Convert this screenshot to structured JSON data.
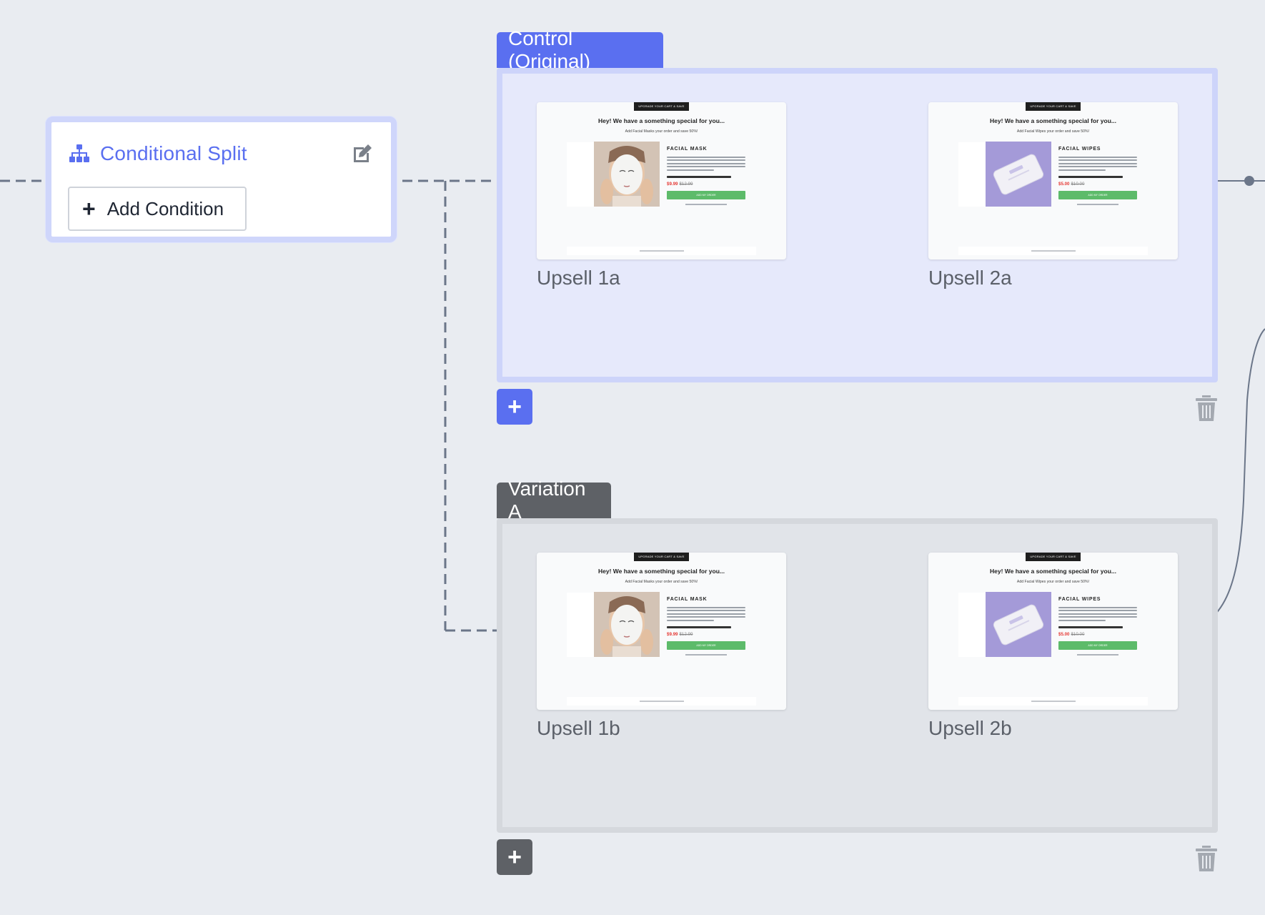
{
  "split": {
    "title": "Conditional Split",
    "add_condition_label": "Add Condition",
    "add_condition_plus": "+",
    "icon": "sitemap-icon",
    "edit_icon": "edit-icon"
  },
  "groups": {
    "control": {
      "label": "Control (Original)",
      "color": "#5a6ff0",
      "add_button": "+",
      "steps": [
        {
          "label": "Upsell 1a",
          "thumb": {
            "topbar": "UPGRADE YOUR CART & SAVE",
            "headline": "Hey! We have a something special for you...",
            "subhead": "Add Facial Masks your order and save 50%!",
            "product": "FACIAL MASK",
            "price": "$9.99",
            "old_price": "$12.99",
            "cta": "ADD MY ORDER"
          }
        },
        {
          "label": "Upsell 2a",
          "thumb": {
            "topbar": "UPGRADE YOUR CART & SAVE",
            "headline": "Hey! We have a something special for you...",
            "subhead": "Add Facial Wipes your order and save 50%!",
            "product": "FACIAL WIPES",
            "price": "$5.00",
            "old_price": "$10.00",
            "cta": "ADD MY ORDER"
          }
        }
      ]
    },
    "variation": {
      "label": "Variation A",
      "color": "#5e6166",
      "add_button": "+",
      "steps": [
        {
          "label": "Upsell 1b",
          "thumb": {
            "topbar": "UPGRADE YOUR CART & SAVE",
            "headline": "Hey! We have a something special for you...",
            "subhead": "Add Facial Masks your order and save 50%!",
            "product": "FACIAL MASK",
            "price": "$9.99",
            "old_price": "$12.99",
            "cta": "ADD MY ORDER"
          }
        },
        {
          "label": "Upsell 2b",
          "thumb": {
            "topbar": "UPGRADE YOUR CART & SAVE",
            "headline": "Hey! We have a something special for you...",
            "subhead": "Add Facial Wipes your order and save 50%!",
            "product": "FACIAL WIPES",
            "price": "$5.00",
            "old_price": "$10.00",
            "cta": "ADD MY ORDER"
          }
        }
      ]
    }
  },
  "colors": {
    "canvas": "#e9ecf1",
    "accent": "#5a6ff0",
    "connector": "#6b7689",
    "cta_green": "#5dbb6a",
    "price_red": "#e53935"
  }
}
